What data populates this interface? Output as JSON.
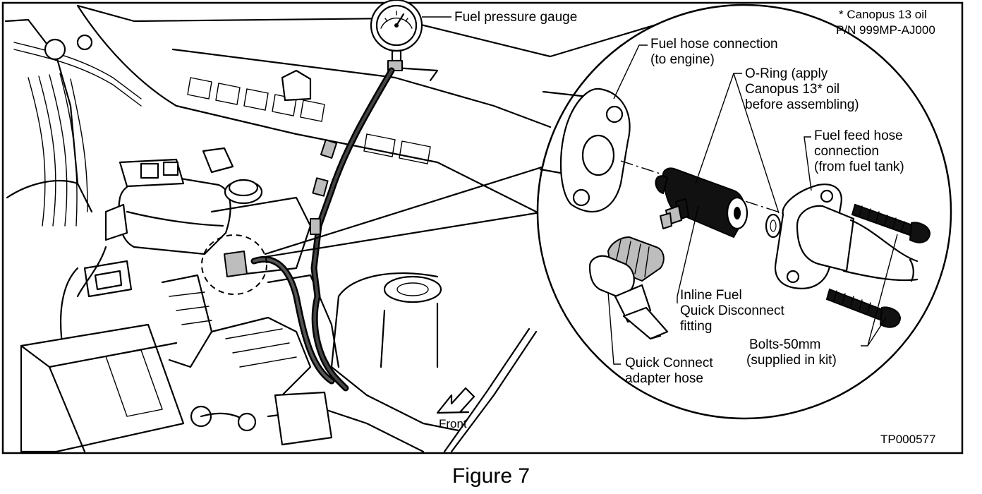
{
  "labels": {
    "fuel_pressure_gauge": "Fuel pressure gauge",
    "note_line1": "* Canopus 13 oil",
    "note_line2": "P/N 999MP-AJ000",
    "fuel_hose_line1": "Fuel hose connection",
    "fuel_hose_line2": "(to engine)",
    "oring_line1": "O-Ring (apply",
    "oring_line2": "Canopus 13* oil",
    "oring_line3": "before assembling)",
    "feed_line1": "Fuel feed hose",
    "feed_line2": "connection",
    "feed_line3": "(from fuel tank)",
    "inline_line1": "Inline Fuel",
    "inline_line2": "Quick Disconnect",
    "inline_line3": "fitting",
    "bolts_line1": "Bolts-50mm",
    "bolts_line2": "(supplied in kit)",
    "adapter_line1": "Quick Connect",
    "adapter_line2": "adapter hose",
    "front": "Front",
    "part_code": "TP000577"
  },
  "caption": "Figure 7"
}
